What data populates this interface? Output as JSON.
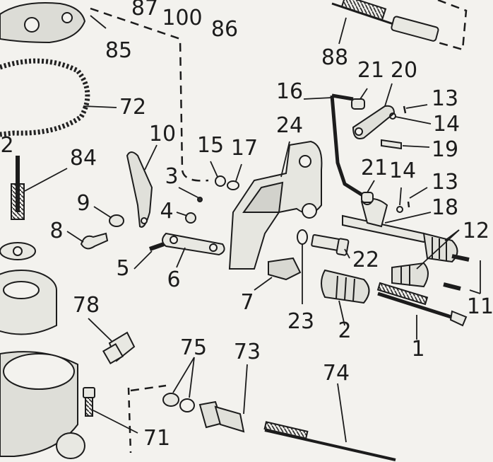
{
  "diagram": {
    "part_labels": [
      "87",
      "100",
      "86",
      "85",
      "88",
      "21",
      "20",
      "16",
      "13",
      "14",
      "72",
      "10",
      "24",
      "15",
      "17",
      "19",
      "84",
      "3",
      "9",
      "4",
      "21",
      "14",
      "13",
      "18",
      "8",
      "12",
      "5",
      "6",
      "22",
      "7",
      "23",
      "2",
      "11",
      "78",
      "1",
      "75",
      "73",
      "74",
      "71",
      "2"
    ],
    "callouts": [
      {
        "label": "87",
        "target": "small cap near top-left casting"
      },
      {
        "label": "100",
        "target": "top casting"
      },
      {
        "label": "86",
        "target": "top casting"
      },
      {
        "label": "85",
        "target": "screw"
      },
      {
        "label": "88",
        "target": "spring rod"
      },
      {
        "label": "21",
        "target": "pin"
      },
      {
        "label": "20",
        "target": "lever"
      },
      {
        "label": "16",
        "target": "link rod"
      },
      {
        "label": "13",
        "target": "pin"
      },
      {
        "label": "14",
        "target": "washer"
      },
      {
        "label": "72",
        "target": "gasket"
      },
      {
        "label": "10",
        "target": "lever"
      },
      {
        "label": "24",
        "target": "bracket"
      },
      {
        "label": "15",
        "target": "clip"
      },
      {
        "label": "17",
        "target": "washer"
      },
      {
        "label": "19",
        "target": "screw"
      },
      {
        "label": "84",
        "target": "needle"
      },
      {
        "label": "3",
        "target": "pin"
      },
      {
        "label": "9",
        "target": "washer"
      },
      {
        "label": "4",
        "target": "washer"
      },
      {
        "label": "21",
        "target": "pin"
      },
      {
        "label": "14",
        "target": "washer"
      },
      {
        "label": "13",
        "target": "pin"
      },
      {
        "label": "18",
        "target": "shaft"
      },
      {
        "label": "8",
        "target": "screw"
      },
      {
        "label": "12",
        "target": "knob"
      },
      {
        "label": "5",
        "target": "pin"
      },
      {
        "label": "6",
        "target": "link bar"
      },
      {
        "label": "22",
        "target": "screw"
      },
      {
        "label": "7",
        "target": "block"
      },
      {
        "label": "23",
        "target": "ring"
      },
      {
        "label": "2",
        "target": "knob"
      },
      {
        "label": "11",
        "target": "screw"
      },
      {
        "label": "78",
        "target": "fitting"
      },
      {
        "label": "1",
        "target": "long screw"
      },
      {
        "label": "75",
        "target": "washers"
      },
      {
        "label": "73",
        "target": "fitting"
      },
      {
        "label": "74",
        "target": "needle rod"
      },
      {
        "label": "71",
        "target": "screw"
      },
      {
        "label": "2",
        "target": "part"
      }
    ]
  }
}
